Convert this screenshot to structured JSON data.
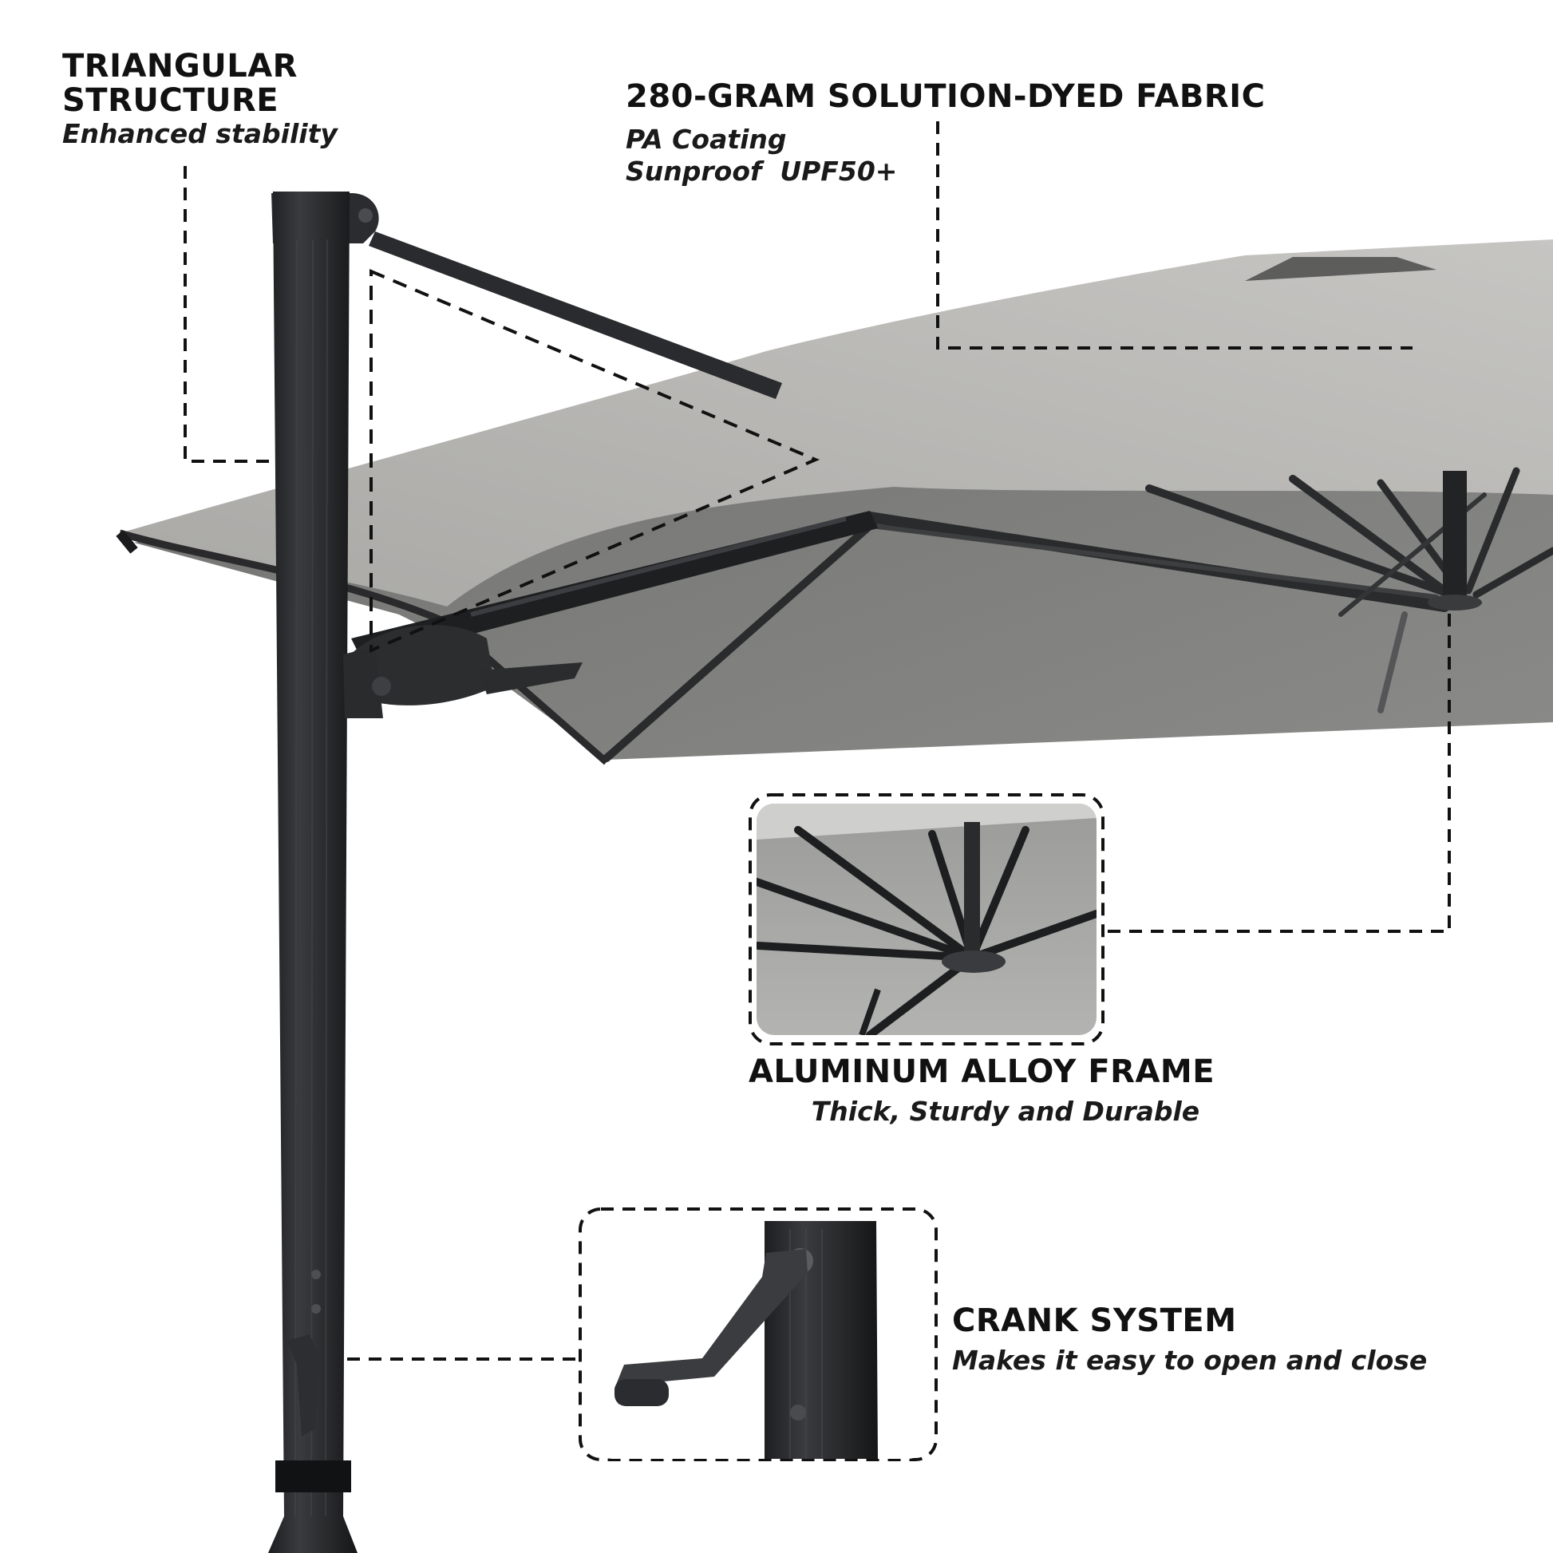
{
  "features": [
    {
      "id": "triangular",
      "title_lines": [
        "TRIANGULAR",
        "STRUCTURE"
      ],
      "subtitle_lines": [
        "Enhanced stability"
      ]
    },
    {
      "id": "fabric",
      "title_lines": [
        "280-GRAM SOLUTION-DYED FABRIC"
      ],
      "subtitle_lines": [
        "PA Coating",
        "Sunproof  UPF50+"
      ]
    },
    {
      "id": "frame",
      "title_lines": [
        "ALUMINUM ALLOY FRAME"
      ],
      "subtitle_lines": [
        "Thick, Sturdy and Durable"
      ]
    },
    {
      "id": "crank",
      "title_lines": [
        "CRANK SYSTEM"
      ],
      "subtitle_lines": [
        "Makes it easy to open and close"
      ]
    }
  ],
  "colors": {
    "canopy_top": "#bfbebb",
    "canopy_under": "#7c7c7a",
    "frame": "#2b2c2e",
    "text": "#111111",
    "callout_line": "#111111"
  }
}
